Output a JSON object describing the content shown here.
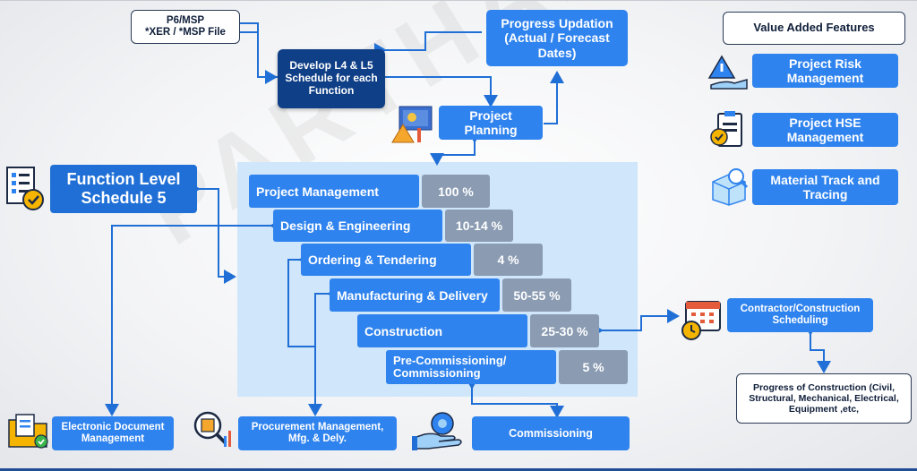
{
  "top": {
    "source_box": {
      "line1": "P6/MSP",
      "line2": "*XER / *MSP File"
    },
    "develop_box": "Develop L4 & L5 Schedule for each Function",
    "progress_box": "Progress Updation (Actual / Forecast Dates)",
    "planning_box": "Project Planning"
  },
  "function_level": {
    "title": "Function Level Schedule 5"
  },
  "functions": [
    {
      "label": "Project Management",
      "percent": "100 %"
    },
    {
      "label": "Design & Engineering",
      "percent": "10-14 %"
    },
    {
      "label": "Ordering & Tendering",
      "percent": "4 %"
    },
    {
      "label": "Manufacturing & Delivery",
      "percent": "50-55 %"
    },
    {
      "label": "Construction",
      "percent": "25-30 %"
    },
    {
      "label": "Pre-Commissioning/ Commissioning",
      "percent": "5 %"
    }
  ],
  "value_added": {
    "heading": "Value Added Features",
    "items": [
      "Project Risk Management",
      "Project HSE Management",
      "Material Track and Tracing"
    ]
  },
  "contractor": {
    "scheduling": "Contractor/Construction Scheduling",
    "progress": "Progress of Construction (Civil, Structural, Mechanical, Electrical, Equipment ,etc,"
  },
  "bottom": {
    "edm": "Electronic Document Management",
    "procurement": "Procurement Management, Mfg. & Dely.",
    "commissioning": "Commissioning"
  },
  "colors": {
    "accent": "#2f83ee",
    "dark": "#0f3f86",
    "percent_bg": "#8a9bb2",
    "panel": "#cfe6fb"
  },
  "watermark": "PARTHADDD"
}
